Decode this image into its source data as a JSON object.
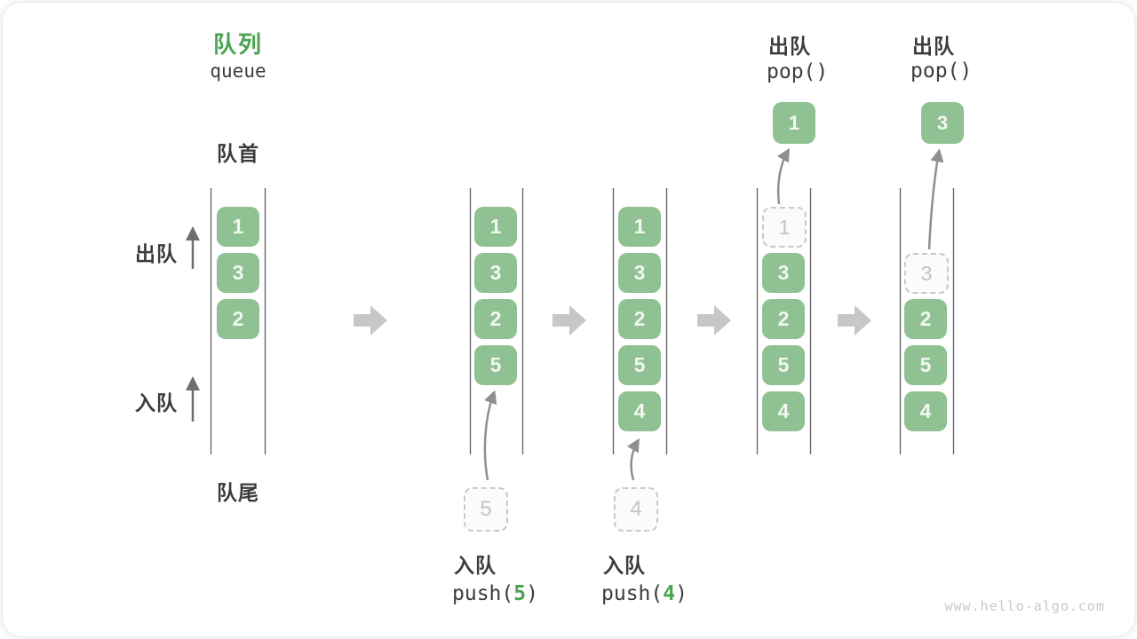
{
  "diagram": {
    "title_zh": "队列",
    "title_en": "queue",
    "label_front": "队首",
    "label_rear": "队尾",
    "label_dequeue": "出队",
    "label_enqueue": "入队",
    "watermark": "www.hello-algo.com"
  },
  "colors": {
    "box_green": "#8fc192",
    "accent_green": "#4ba351",
    "text_dark": "#3c3c3c",
    "ghost_gray": "#c9c9c9",
    "flow_arrow_gray": "#c7c7c7",
    "wall_line_gray": "#5f5f5f",
    "curve_arrow_gray": "#8f8f8f"
  },
  "columns": [
    {
      "cells": [
        "1",
        "3",
        "2"
      ]
    },
    {
      "cells": [
        "1",
        "3",
        "2",
        "5"
      ],
      "incoming": "5"
    },
    {
      "cells": [
        "1",
        "3",
        "2",
        "5",
        "4"
      ],
      "incoming": "4"
    },
    {
      "ghost": "1",
      "cells": [
        "3",
        "2",
        "5",
        "4"
      ],
      "popped": "1"
    },
    {
      "ghost": "3",
      "cells": [
        "2",
        "5",
        "4"
      ],
      "popped": "3"
    }
  ],
  "operations": {
    "push_5": {
      "label": "入队",
      "fn": "push(",
      "arg": "5",
      "close": ")"
    },
    "push_4": {
      "label": "入队",
      "fn": "push(",
      "arg": "4",
      "close": ")"
    },
    "pop_1": {
      "label": "出队",
      "fn": "pop()"
    },
    "pop_3": {
      "label": "出队",
      "fn": "pop()"
    }
  }
}
